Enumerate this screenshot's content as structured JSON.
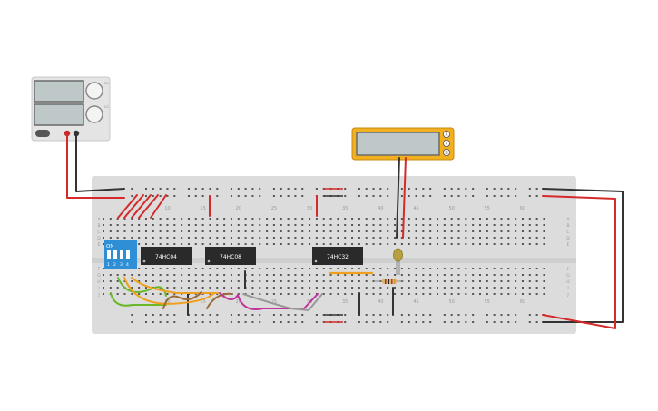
{
  "supply": {
    "knob_labels": [
      "CV",
      "CC"
    ]
  },
  "multimeter": {
    "modes": [
      "A",
      "V",
      "Ω"
    ]
  },
  "breadboard": {
    "column_labels": [
      "10",
      "15",
      "20",
      "25",
      "30",
      "35",
      "40",
      "45",
      "50",
      "55",
      "60"
    ],
    "row_labels_top": [
      "A",
      "B",
      "C",
      "D",
      "E"
    ],
    "row_labels_bottom": [
      "F",
      "G",
      "H",
      "I",
      "J"
    ]
  },
  "dip_switch": {
    "on_label": "ON",
    "numbers": [
      "1",
      "2",
      "3",
      "4"
    ]
  },
  "chips": [
    {
      "id": "chip-74hc04",
      "label": "74HC04"
    },
    {
      "id": "chip-74hc08",
      "label": "74HC08"
    },
    {
      "id": "chip-74hc32",
      "label": "74HC32"
    }
  ],
  "colors": {
    "board": "#dcdcdc",
    "hole": "#555555",
    "wire_red": "#d42a2a",
    "wire_black": "#333333",
    "wire_orange": "#f0a020",
    "wire_green": "#6ab82a",
    "wire_brown": "#9a6a3a",
    "wire_magenta": "#c0339a",
    "wire_gray": "#999999",
    "dip_blue": "#2e8fd6",
    "meter_yellow": "#f0b020",
    "chip": "#2a2a2a",
    "led": "#b8a040"
  }
}
